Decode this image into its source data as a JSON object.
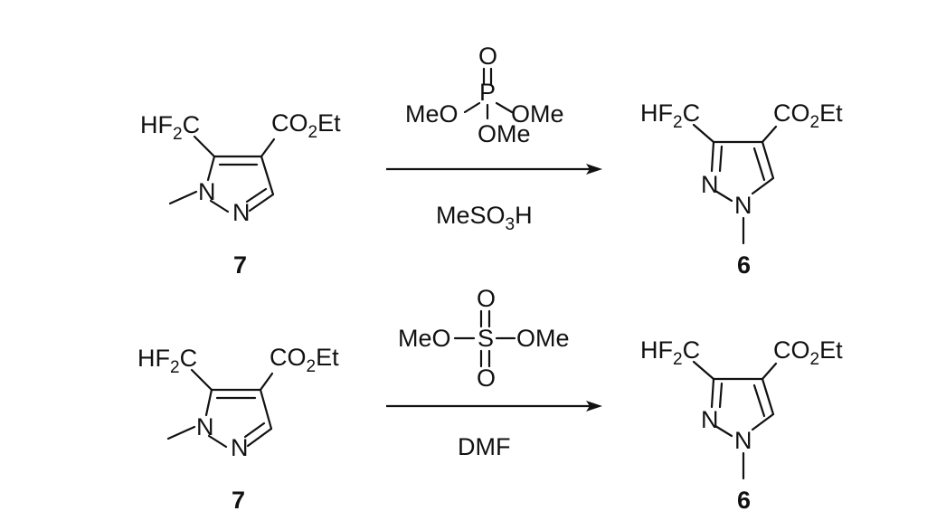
{
  "reactions": [
    {
      "reactant": {
        "substituent_left": {
          "main": "HF",
          "sub": "2",
          "tail": "C"
        },
        "substituent_right": {
          "main": "CO",
          "sub": "2",
          "tail": "Et"
        },
        "ring_n1": "N",
        "ring_n2": "N",
        "compound_number": "7"
      },
      "reagent": {
        "center_atom": "P",
        "double_bond_atom": "O",
        "left_group": "MeO",
        "right_group": "OMe",
        "bottom_group": "OMe"
      },
      "condition": {
        "main": "MeSO",
        "sub": "3",
        "tail": "H"
      },
      "product": {
        "substituent_left": {
          "main": "HF",
          "sub": "2",
          "tail": "C"
        },
        "substituent_right": {
          "main": "CO",
          "sub": "2",
          "tail": "Et"
        },
        "ring_n2": "N",
        "ring_n1": "N",
        "compound_number": "6"
      }
    },
    {
      "reactant": {
        "substituent_left": {
          "main": "HF",
          "sub": "2",
          "tail": "C"
        },
        "substituent_right": {
          "main": "CO",
          "sub": "2",
          "tail": "Et"
        },
        "ring_n1": "N",
        "ring_n2": "N",
        "compound_number": "7"
      },
      "reagent": {
        "center_atom": "S",
        "top_atom": "O",
        "bottom_atom": "O",
        "left_group": "MeO",
        "right_group": "OMe"
      },
      "condition": {
        "main": "DMF",
        "sub": "",
        "tail": ""
      },
      "product": {
        "substituent_left": {
          "main": "HF",
          "sub": "2",
          "tail": "C"
        },
        "substituent_right": {
          "main": "CO",
          "sub": "2",
          "tail": "Et"
        },
        "ring_n2": "N",
        "ring_n1": "N",
        "compound_number": "6"
      }
    }
  ]
}
